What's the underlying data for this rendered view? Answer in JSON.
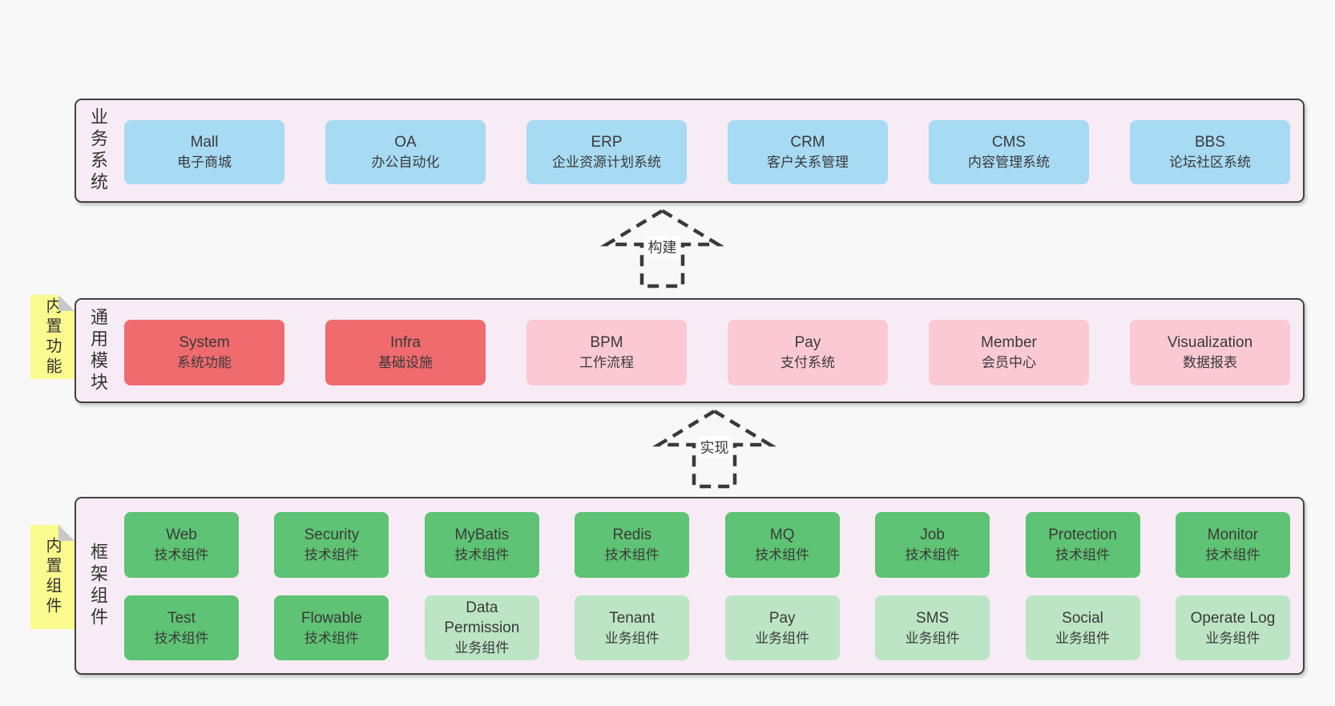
{
  "colors": {
    "page_bg": "#f8f8f8",
    "container_bg": "#f7ecf5",
    "container_border": "#414141",
    "blue": "#a7daf3",
    "red": "#ef6b6e",
    "pink": "#fac9d3",
    "green_dark": "#5ec374",
    "green_light": "#bce5c6",
    "sticky_yellow": "#fafa8e",
    "fold_gray": "#c8c8c8",
    "text": "#3a3a3a"
  },
  "layers": [
    {
      "id": "business",
      "title": "业务系统",
      "rows": [
        [
          {
            "name": "Mall",
            "desc": "电子商城",
            "variant": "blue"
          },
          {
            "name": "OA",
            "desc": "办公自动化",
            "variant": "blue"
          },
          {
            "name": "ERP",
            "desc": "企业资源计划系统",
            "variant": "blue"
          },
          {
            "name": "CRM",
            "desc": "客户关系管理",
            "variant": "blue"
          },
          {
            "name": "CMS",
            "desc": "内容管理系统",
            "variant": "blue"
          },
          {
            "name": "BBS",
            "desc": "论坛社区系统",
            "variant": "blue"
          }
        ]
      ]
    },
    {
      "id": "modules",
      "title": "通用模块",
      "rows": [
        [
          {
            "name": "System",
            "desc": "系统功能",
            "variant": "red"
          },
          {
            "name": "Infra",
            "desc": "基础设施",
            "variant": "red"
          },
          {
            "name": "BPM",
            "desc": "工作流程",
            "variant": "pink"
          },
          {
            "name": "Pay",
            "desc": "支付系统",
            "variant": "pink"
          },
          {
            "name": "Member",
            "desc": "会员中心",
            "variant": "pink"
          },
          {
            "name": "Visualization",
            "desc": "数据报表",
            "variant": "pink"
          }
        ]
      ]
    },
    {
      "id": "components",
      "title": "框架组件",
      "rows": [
        [
          {
            "name": "Web",
            "desc": "技术组件",
            "variant": "green-dark"
          },
          {
            "name": "Security",
            "desc": "技术组件",
            "variant": "green-dark"
          },
          {
            "name": "MyBatis",
            "desc": "技术组件",
            "variant": "green-dark"
          },
          {
            "name": "Redis",
            "desc": "技术组件",
            "variant": "green-dark"
          },
          {
            "name": "MQ",
            "desc": "技术组件",
            "variant": "green-dark"
          },
          {
            "name": "Job",
            "desc": "技术组件",
            "variant": "green-dark"
          },
          {
            "name": "Protection",
            "desc": "技术组件",
            "variant": "green-dark"
          },
          {
            "name": "Monitor",
            "desc": "技术组件",
            "variant": "green-dark"
          }
        ],
        [
          {
            "name": "Test",
            "desc": "技术组件",
            "variant": "green-dark"
          },
          {
            "name": "Flowable",
            "desc": "技术组件",
            "variant": "green-dark"
          },
          {
            "name": "Data Permission",
            "desc": "业务组件",
            "variant": "green-light"
          },
          {
            "name": "Tenant",
            "desc": "业务组件",
            "variant": "green-light"
          },
          {
            "name": "Pay",
            "desc": "业务组件",
            "variant": "green-light"
          },
          {
            "name": "SMS",
            "desc": "业务组件",
            "variant": "green-light"
          },
          {
            "name": "Social",
            "desc": "业务组件",
            "variant": "green-light"
          },
          {
            "name": "Operate Log",
            "desc": "业务组件",
            "variant": "green-light"
          }
        ]
      ]
    }
  ],
  "arrows": [
    {
      "label": "构建"
    },
    {
      "label": "实现"
    }
  ],
  "stickies": [
    {
      "label": "内置功能"
    },
    {
      "label": "内置组件"
    }
  ]
}
